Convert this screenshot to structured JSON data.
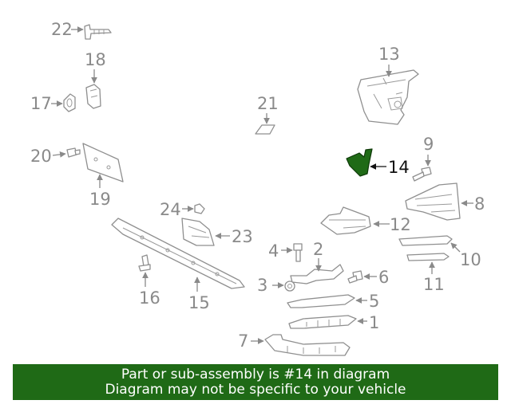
{
  "callouts": {
    "c1": "1",
    "c2": "2",
    "c3": "3",
    "c4": "4",
    "c5": "5",
    "c6": "6",
    "c7": "7",
    "c8": "8",
    "c9": "9",
    "c10": "10",
    "c11": "11",
    "c12": "12",
    "c13": "13",
    "c14": "14",
    "c15": "15",
    "c16": "16",
    "c17": "17",
    "c18": "18",
    "c19": "19",
    "c20": "20",
    "c21": "21",
    "c22": "22",
    "c23": "23",
    "c24": "24"
  },
  "highlighted_part": "14",
  "colors": {
    "highlight": "#1f6a16",
    "outline": "#8f8f8f",
    "banner_bg": "#1f6a16",
    "banner_text": "#ffffff"
  },
  "banner": {
    "line1": "Part or sub-assembly is #14 in diagram",
    "line2": "Diagram may not be specific to your vehicle"
  }
}
